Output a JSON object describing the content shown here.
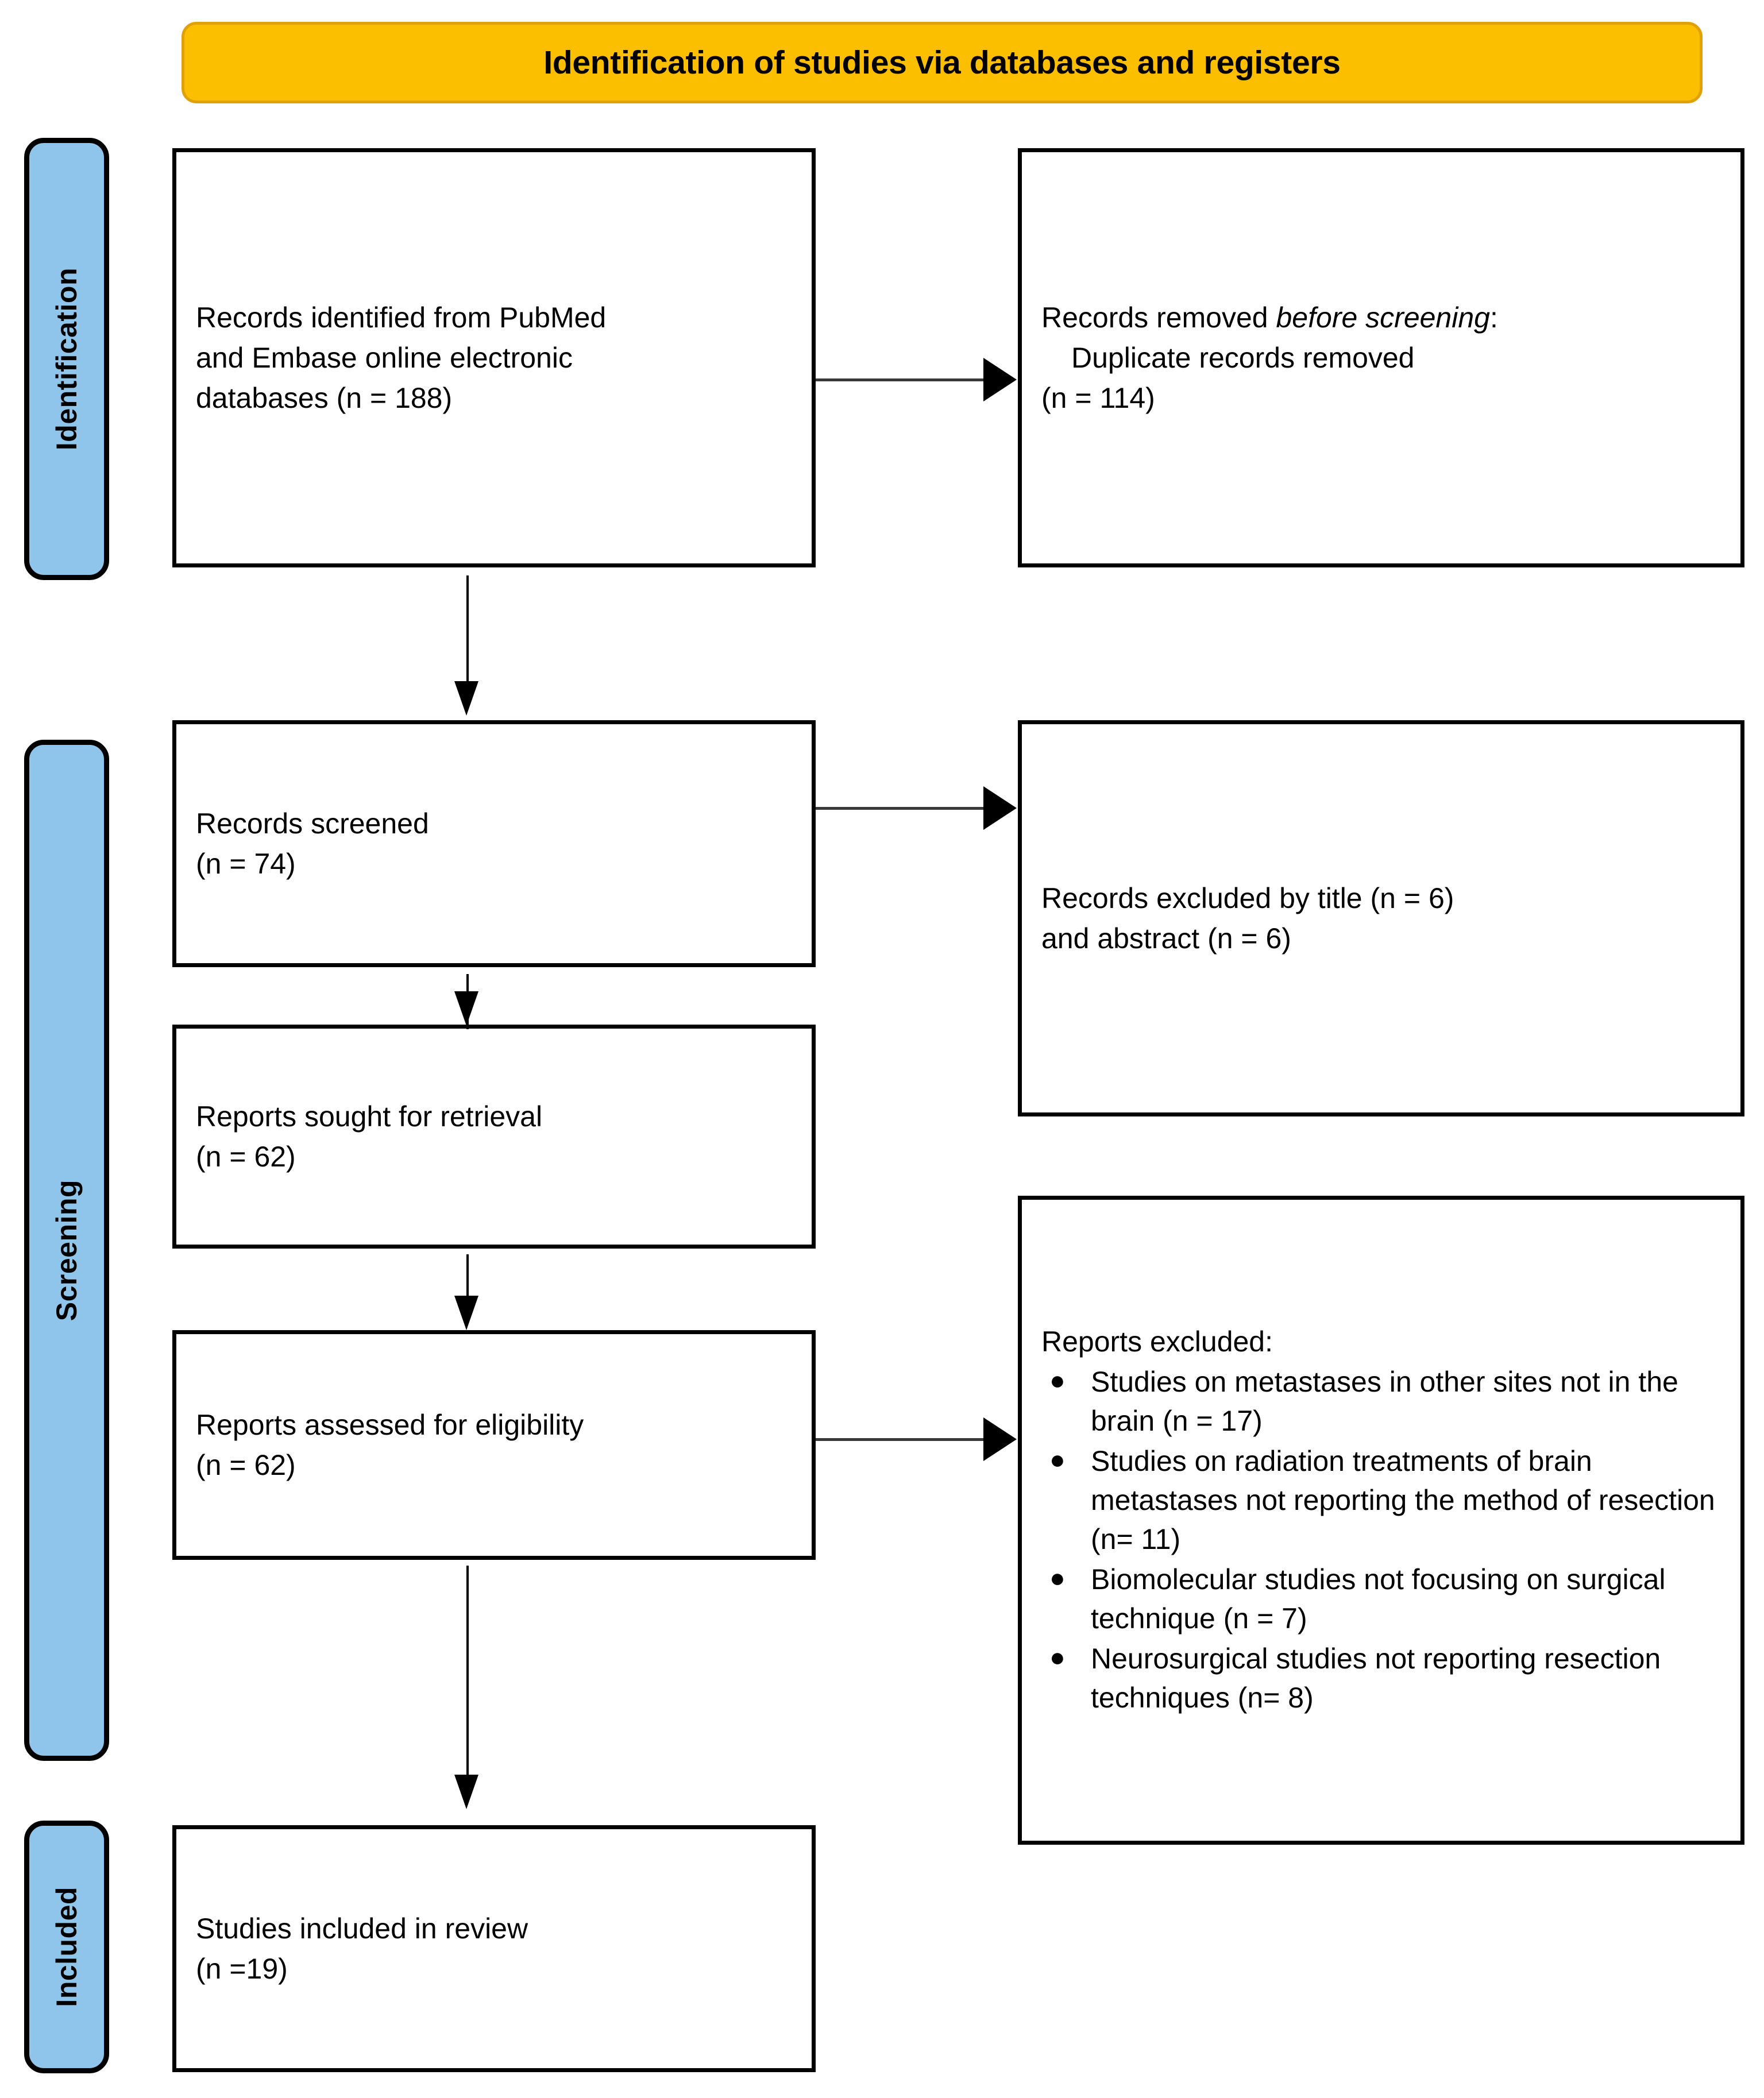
{
  "banner": {
    "title": "Identification of studies via databases and registers",
    "bg_color": "#FCBF00",
    "border_color": "#E0A007"
  },
  "phases": {
    "tab_color": "#8FC5EA",
    "identification": "Identification",
    "screening": "Screening",
    "included": "Included"
  },
  "boxes": {
    "identified": {
      "line1": "Records identified from PubMed",
      "line2": "and Embase online electronic",
      "line3": "databases (n = 188)"
    },
    "removed": {
      "line1_prefix": "Records removed ",
      "line1_italic": "before screening",
      "line1_suffix": ":",
      "line2": "Duplicate records removed",
      "line3": "(n = 114)"
    },
    "screened": {
      "line1": "Records screened",
      "line2": "(n = 74)"
    },
    "excluded_title_abstract": {
      "line1": "Records excluded by title (n = 6)",
      "line2": "and abstract (n = 6)"
    },
    "sought": {
      "line1": "Reports sought for retrieval",
      "line2": "(n = 62)"
    },
    "assessed": {
      "line1": "Reports assessed for eligibility",
      "line2": "(n = 62)"
    },
    "reports_excluded": {
      "heading": "Reports excluded:",
      "bullet_glyph": "●",
      "items": [
        "Studies on metastases in other sites not in the brain (n = 17)",
        "Studies on radiation treatments of brain metastases not reporting the method of resection (n= 11)",
        "Biomolecular studies not focusing on surgical technique (n = 7)",
        "Neurosurgical studies not reporting resection techniques (n= 8)"
      ]
    },
    "included": {
      "line1": "Studies included in review",
      "line2": "(n =19)"
    }
  },
  "chart_data": {
    "type": "diagram",
    "title": "Identification of studies via databases and registers",
    "diagram_kind": "PRISMA flow diagram",
    "phases": [
      "Identification",
      "Screening",
      "Included"
    ],
    "nodes": [
      {
        "id": "identified",
        "phase": "Identification",
        "label": "Records identified from PubMed and Embase online electronic databases",
        "n": 188
      },
      {
        "id": "removed",
        "phase": "Identification",
        "label": "Records removed before screening: Duplicate records removed",
        "n": 114
      },
      {
        "id": "screened",
        "phase": "Screening",
        "label": "Records screened",
        "n": 74
      },
      {
        "id": "excluded_title_abstract",
        "phase": "Screening",
        "label": "Records excluded by title and abstract",
        "n_title": 6,
        "n_abstract": 6
      },
      {
        "id": "sought",
        "phase": "Screening",
        "label": "Reports sought for retrieval",
        "n": 62
      },
      {
        "id": "assessed",
        "phase": "Screening",
        "label": "Reports assessed for eligibility",
        "n": 62
      },
      {
        "id": "reports_excluded",
        "phase": "Screening",
        "label": "Reports excluded",
        "reasons": [
          {
            "reason": "Studies on metastases in other sites not in the brain",
            "n": 17
          },
          {
            "reason": "Studies on radiation treatments of brain metastases not reporting the method of resection",
            "n": 11
          },
          {
            "reason": "Biomolecular studies not focusing on surgical technique",
            "n": 7
          },
          {
            "reason": "Neurosurgical studies not reporting resection techniques",
            "n": 8
          }
        ]
      },
      {
        "id": "included",
        "phase": "Included",
        "label": "Studies included in review",
        "n": 19
      }
    ],
    "edges": [
      {
        "from": "identified",
        "to": "removed",
        "direction": "right"
      },
      {
        "from": "identified",
        "to": "screened",
        "direction": "down"
      },
      {
        "from": "screened",
        "to": "excluded_title_abstract",
        "direction": "right"
      },
      {
        "from": "screened",
        "to": "sought",
        "direction": "down"
      },
      {
        "from": "sought",
        "to": "assessed",
        "direction": "down"
      },
      {
        "from": "assessed",
        "to": "reports_excluded",
        "direction": "right"
      },
      {
        "from": "assessed",
        "to": "included",
        "direction": "down"
      }
    ]
  }
}
